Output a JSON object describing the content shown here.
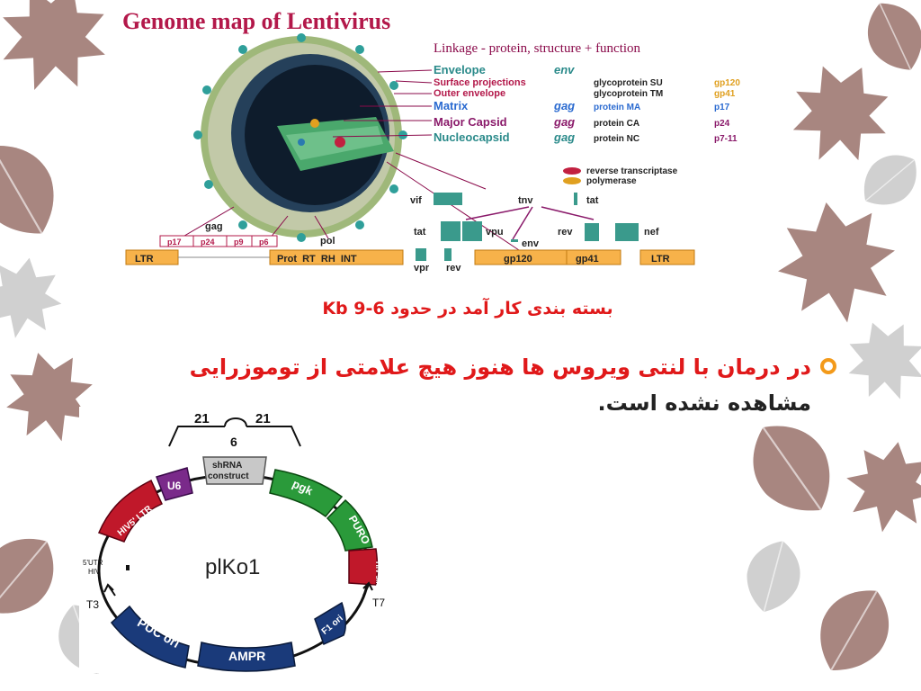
{
  "genome_map": {
    "title": "Genome map of Lentivirus",
    "subtitle": "Linkage - protein, structure + function",
    "rows": [
      {
        "structure": "Envelope",
        "gene": "env",
        "protein": "",
        "code": ""
      },
      {
        "structure": "Surface projections",
        "gene": "",
        "protein": "glycoprotein SU",
        "code": "gp120"
      },
      {
        "structure": "Outer envelope",
        "gene": "",
        "protein": "glycoprotein TM",
        "code": "gp41"
      },
      {
        "structure": "Matrix",
        "gene": "gag",
        "protein": "protein MA",
        "code": "p17"
      },
      {
        "structure": "Major Capsid",
        "gene": "gag",
        "protein": "protein CA",
        "code": "p24"
      },
      {
        "structure": "Nucleocapsid",
        "gene": "gag",
        "protein": "protein NC",
        "code": "p7-11"
      }
    ],
    "enzymes": [
      "reverse transcriptase",
      "polymerase"
    ],
    "labels": {
      "vif": "vif",
      "tnv": "tnv",
      "tat_top": "tat",
      "tat": "tat",
      "vpu": "vpu",
      "env": "env",
      "rev": "rev",
      "nef": "nef",
      "vpr": "vpr",
      "rev_bottom": "rev",
      "gag": "gag",
      "pol": "pol"
    },
    "gag_boxes": [
      "p17",
      "p24",
      "p9",
      "p6"
    ],
    "genome_bar": {
      "ltr_left": "LTR",
      "pol": "Prot  RT  RH  INT",
      "gp120": "gp120",
      "gp41": "gp41",
      "ltr_right": "LTR"
    }
  },
  "caption": {
    "text": "بسته بندی کار آمد در حدود",
    "number": "6-9",
    "unit": "Kb"
  },
  "bullet": {
    "line1": "در درمان با لنتی ویروس ها هنوز هیچ علامتی از توموزرایی",
    "line2": "مشاهده نشده است."
  },
  "plasmid": {
    "name": "plKo1",
    "top_left_num": "21",
    "top_right_num": "21",
    "loop_num": "6",
    "segments": {
      "shrna": "shRNA construct",
      "u6": "U6",
      "hiv_ltr": "HIV5' LTR",
      "pgk": "pgk",
      "puro": "PURO",
      "hiv_sin": "HIV sin LTR",
      "f1": "F1 ori",
      "amp": "AMPR",
      "puc": "PUC ori"
    },
    "t3": "T3",
    "t7": "T7",
    "utr": "5'UTR HIV"
  },
  "colors": {
    "title": "#b3184a",
    "red_text": "#e0191a",
    "bullet": "#f39a1a",
    "leaf_brown": "#a88680",
    "leaf_gray": "#c9c9c9",
    "gene_box": "#3a9a8c",
    "bar_orange": "#f7b24a"
  }
}
